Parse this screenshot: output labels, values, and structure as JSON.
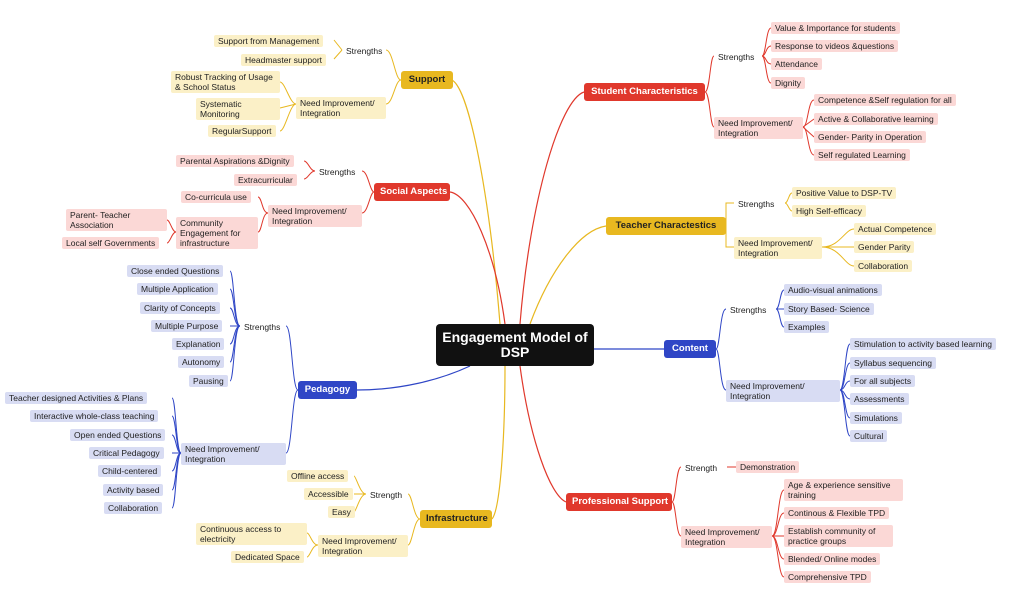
{
  "center": {
    "title": "Engagement Model of DSP"
  },
  "colors": {
    "yellow": "#e8b820",
    "red": "#e0382c",
    "blue": "#2f46c6",
    "yellow_light": "#fbf0c7",
    "red_light": "#fbd8d6",
    "blue_light": "#d8dcf3"
  },
  "support": {
    "title": "Support",
    "strengths": "Strengths",
    "strengths_items": [
      "Support from Management",
      "Headmaster support"
    ],
    "need": "Need Improvement/ Integration",
    "need_items": [
      "Robust Tracking of Usage & School Status",
      "Systematic Monitoring",
      "RegularSupport"
    ]
  },
  "social": {
    "title": "Social Aspects",
    "strengths": "Strengths",
    "strengths_items": [
      "Parental Aspirations &Dignity",
      "Extracurricular"
    ],
    "need": "Need Improvement/ Integration",
    "need_items": [
      "Co-curricula use"
    ],
    "community": "Community Engagement for infrastructure",
    "community_items": [
      "Parent- Teacher Association",
      "Local self Governments"
    ]
  },
  "pedagogy": {
    "title": "Pedagogy",
    "strengths": "Strengths",
    "strengths_items": [
      "Close ended Questions",
      "Multiple Application",
      "Clarity of Concepts",
      "Multiple Purpose",
      "Explanation",
      "Autonomy",
      "Pausing"
    ],
    "need": "Need Improvement/ Integration",
    "need_items": [
      "Teacher designed Activities & Plans",
      "Interactive whole-class teaching",
      "Open ended Questions",
      "Critical Pedagogy",
      "Child-centered",
      "Activity based",
      "Collaboration"
    ]
  },
  "infrastructure": {
    "title": "Infrastructure",
    "strengths": "Strength",
    "strengths_items": [
      "Offline access",
      "Accessible",
      "Easy"
    ],
    "need": "Need Improvement/ Integration",
    "need_items": [
      "Continuous access to electricity",
      "Dedicated Space"
    ]
  },
  "student": {
    "title": "Student Characteristics",
    "strengths": "Strengths",
    "strengths_items": [
      "Value & Importance for students",
      "Response to videos &questions",
      "Attendance",
      "Dignity"
    ],
    "need": "Need Improvement/ Integration",
    "need_items": [
      "Competence &Self regulation for all",
      "Active & Collaborative learning",
      "Gender- Parity in Operation",
      "Self regulated Learning"
    ]
  },
  "teacher": {
    "title": "Teacher Charactestics",
    "strengths": "Strengths",
    "strengths_items": [
      "Positive Value to DSP-TV",
      "High Self-efficacy"
    ],
    "need": "Need Improvement/ Integration",
    "need_items": [
      "Actual Competence",
      "Gender Parity",
      "Collaboration"
    ]
  },
  "content": {
    "title": "Content",
    "strengths": "Strengths",
    "strengths_items": [
      "Audio-visual animations",
      "Story Based- Science",
      "Examples"
    ],
    "need": "Need Improvement/ Integration",
    "need_items": [
      "Stimulation to activity based learning",
      "Syllabus sequencing",
      "For all subjects",
      "Assessments",
      "Simulations",
      "Cultural"
    ]
  },
  "professional": {
    "title": "Professional Support",
    "strengths": "Strength",
    "strengths_items": [
      "Demonstration"
    ],
    "need": "Need Improvement/ Integration",
    "need_items": [
      "Age & experience sensitive training",
      "Continous & Flexible TPD",
      "Establish community of practice groups",
      "Blended/ Online modes",
      "Comprehensive TPD"
    ]
  }
}
